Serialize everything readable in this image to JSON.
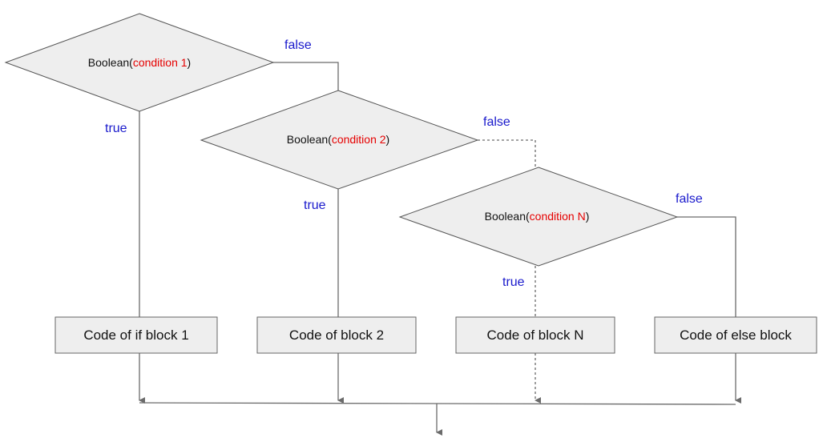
{
  "conditions": [
    {
      "prefix": "Boolean(",
      "name": "condition 1",
      "suffix": ")"
    },
    {
      "prefix": "Boolean(",
      "name": "condition 2",
      "suffix": ")"
    },
    {
      "prefix": "Boolean(",
      "name": "condition N",
      "suffix": ")"
    }
  ],
  "labels": {
    "false_1": "false",
    "true_1": "true",
    "false_2": "false",
    "true_2": "true",
    "false_n": "false",
    "true_n": "true"
  },
  "blocks": {
    "if_block_1": "Code of if block 1",
    "block_2": "Code of block 2",
    "block_n": "Code of block N",
    "else_block": "Code of else block"
  },
  "colors": {
    "edge_label": "#1a1acc",
    "condition_name": "#e60000",
    "shape_fill": "#eeeeee"
  }
}
